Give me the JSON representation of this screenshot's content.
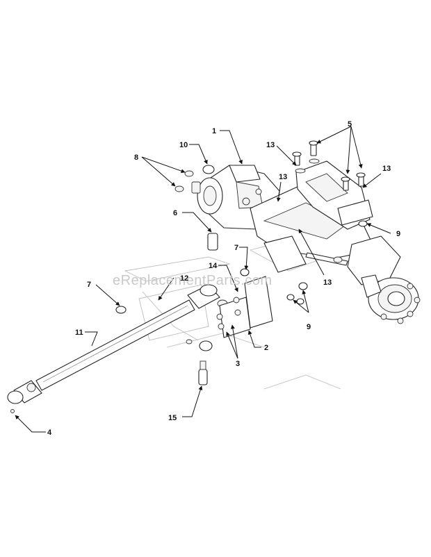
{
  "watermark": "eReplacementParts.com",
  "callouts": [
    {
      "id": "c1",
      "label": "1"
    },
    {
      "id": "c2",
      "label": "2"
    },
    {
      "id": "c3",
      "label": "3"
    },
    {
      "id": "c4",
      "label": "4"
    },
    {
      "id": "c5",
      "label": "5"
    },
    {
      "id": "c6",
      "label": "6"
    },
    {
      "id": "c7a",
      "label": "7"
    },
    {
      "id": "c7b",
      "label": "7"
    },
    {
      "id": "c8",
      "label": "8"
    },
    {
      "id": "c9a",
      "label": "9"
    },
    {
      "id": "c9b",
      "label": "9"
    },
    {
      "id": "c10",
      "label": "10"
    },
    {
      "id": "c11",
      "label": "11"
    },
    {
      "id": "c12",
      "label": "12"
    },
    {
      "id": "c13a",
      "label": "13"
    },
    {
      "id": "c13b",
      "label": "13"
    },
    {
      "id": "c13c",
      "label": "13"
    },
    {
      "id": "c13d",
      "label": "13"
    },
    {
      "id": "c14",
      "label": "14"
    },
    {
      "id": "c15",
      "label": "15"
    }
  ]
}
